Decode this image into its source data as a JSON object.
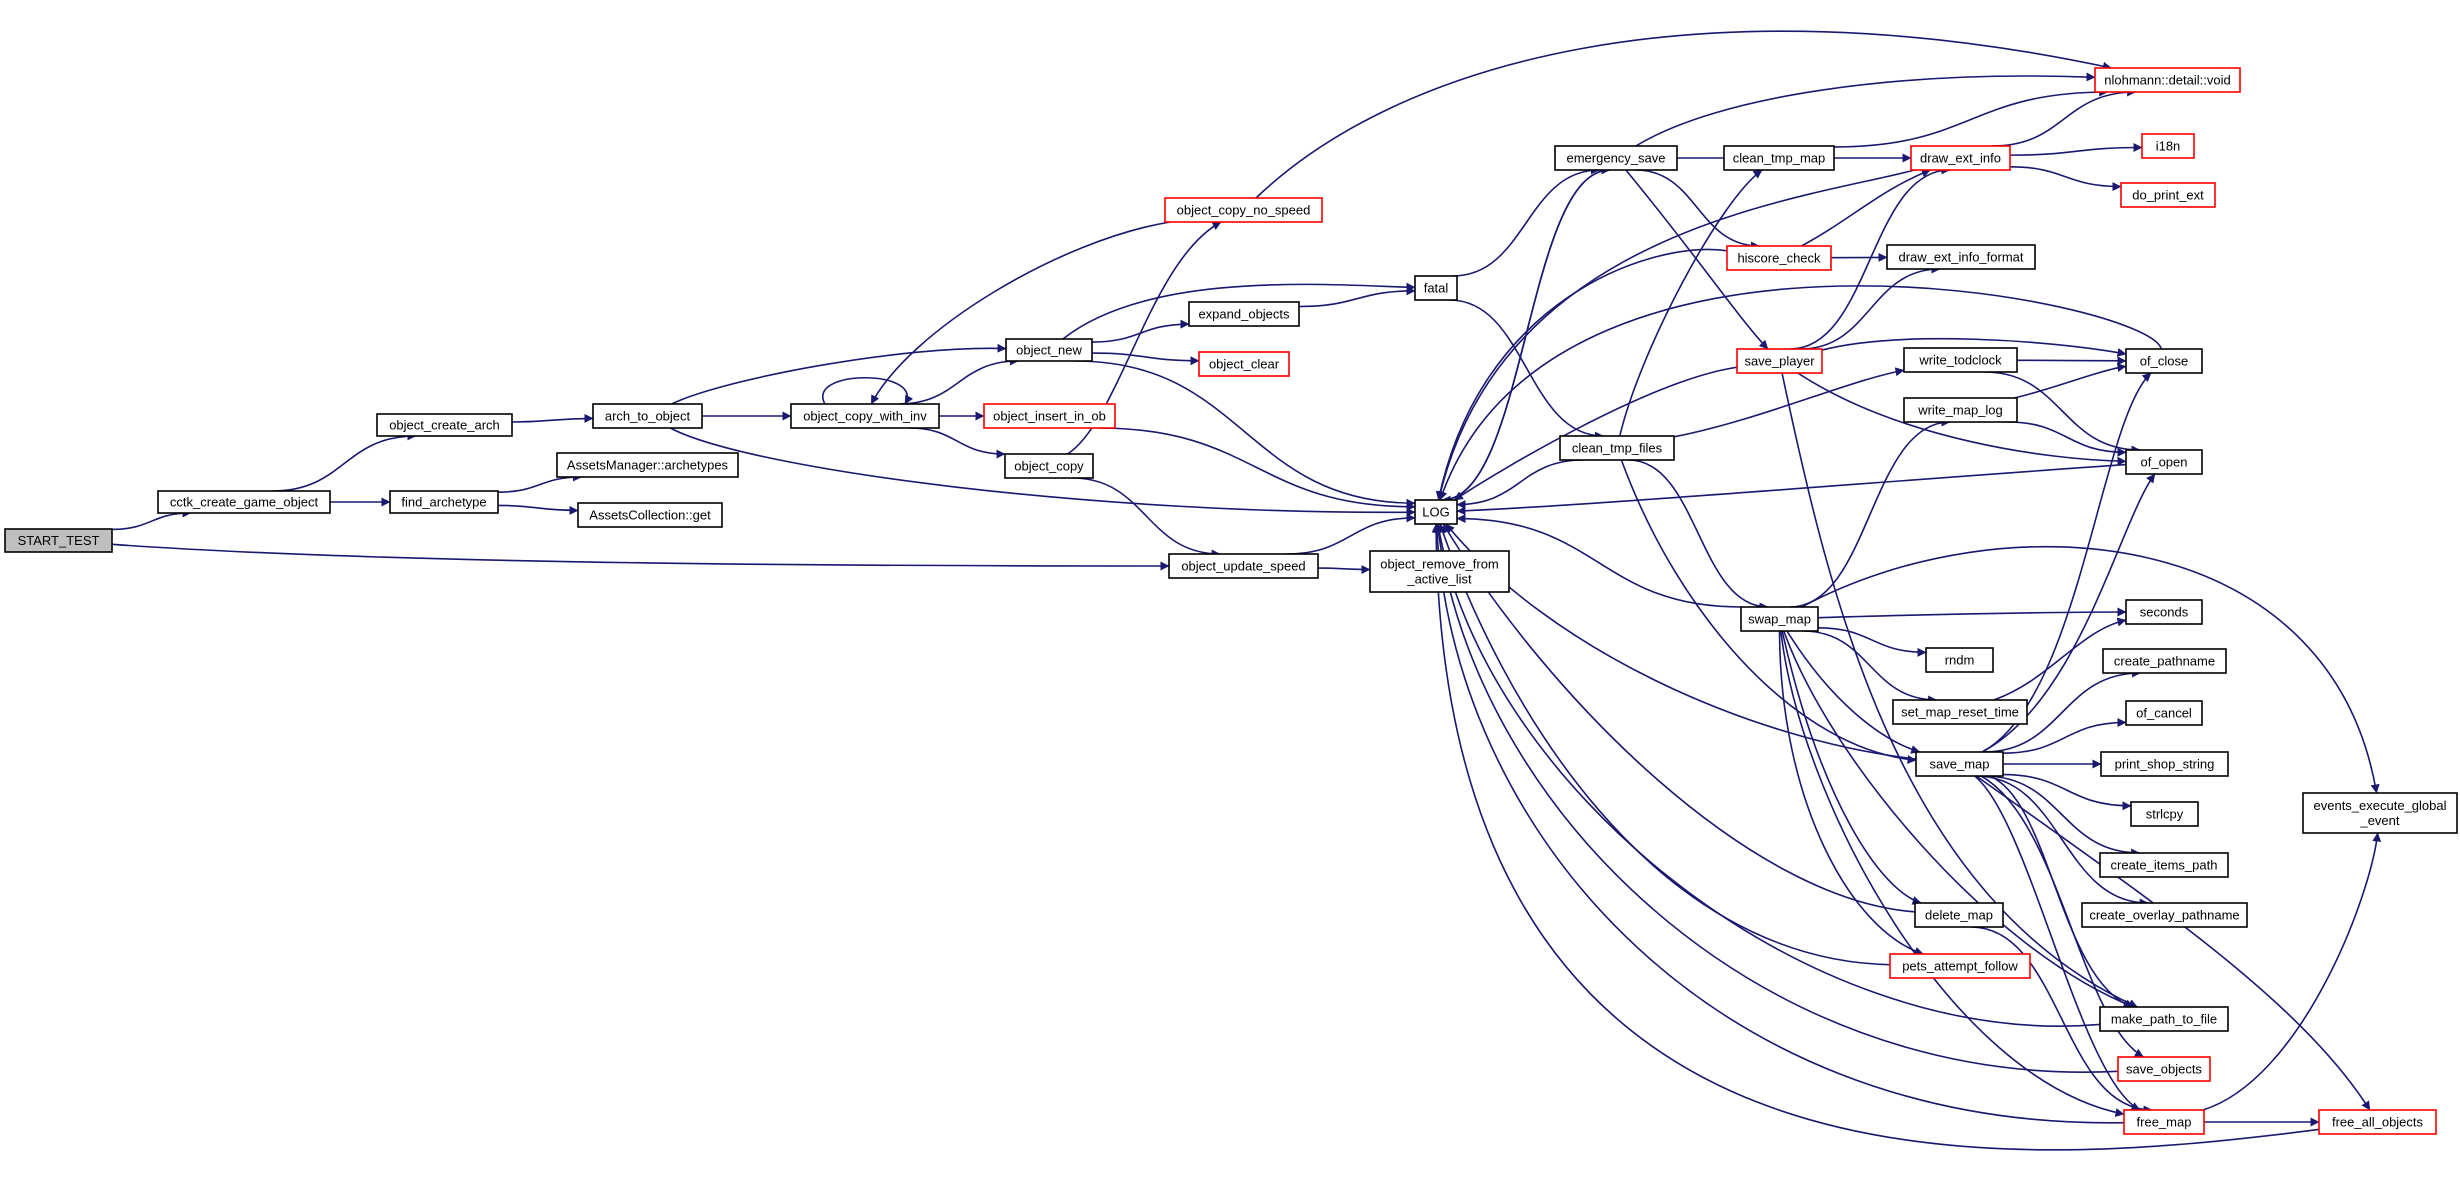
{
  "diagram": {
    "colors": {
      "edge": "#191970",
      "normal_border": "#000000",
      "truncated_border": "#ff0000",
      "root_fill": "#bfbfbf",
      "background": "#ffffff"
    },
    "nodes": [
      {
        "id": "start_test",
        "label": "START_TEST",
        "style": "root"
      },
      {
        "id": "cctk_create_game_object",
        "label": "cctk_create_game_object",
        "style": "normal"
      },
      {
        "id": "object_update_speed",
        "label": "object_update_speed",
        "style": "normal"
      },
      {
        "id": "object_create_arch",
        "label": "object_create_arch",
        "style": "normal"
      },
      {
        "id": "find_archetype",
        "label": "find_archetype",
        "style": "normal"
      },
      {
        "id": "arch_to_object",
        "label": "arch_to_object",
        "style": "normal"
      },
      {
        "id": "assetsmanager_archetypes",
        "label": "AssetsManager::archetypes",
        "style": "normal"
      },
      {
        "id": "assetscollection_get",
        "label": "AssetsCollection::get",
        "style": "normal"
      },
      {
        "id": "object_copy_with_inv",
        "label": "object_copy_with_inv",
        "style": "normal"
      },
      {
        "id": "object_new",
        "label": "object_new",
        "style": "normal"
      },
      {
        "id": "object_insert_in_ob",
        "label": "object_insert_in_ob",
        "style": "truncated"
      },
      {
        "id": "object_copy",
        "label": "object_copy",
        "style": "normal"
      },
      {
        "id": "object_copy_no_speed",
        "label": "object_copy_no_speed",
        "style": "truncated"
      },
      {
        "id": "expand_objects",
        "label": "expand_objects",
        "style": "normal"
      },
      {
        "id": "object_clear",
        "label": "object_clear",
        "style": "truncated"
      },
      {
        "id": "fatal",
        "label": "fatal",
        "style": "normal"
      },
      {
        "id": "log",
        "label": "LOG",
        "style": "normal"
      },
      {
        "id": "object_remove_from_active_list",
        "label": "object_remove_from\n_active_list",
        "style": "normal"
      },
      {
        "id": "emergency_save",
        "label": "emergency_save",
        "style": "normal"
      },
      {
        "id": "clean_tmp_map",
        "label": "clean_tmp_map",
        "style": "normal"
      },
      {
        "id": "clean_tmp_files",
        "label": "clean_tmp_files",
        "style": "normal"
      },
      {
        "id": "nlohmann_detail_void",
        "label": "nlohmann::detail::void",
        "style": "truncated"
      },
      {
        "id": "draw_ext_info",
        "label": "draw_ext_info",
        "style": "truncated"
      },
      {
        "id": "i18n",
        "label": "i18n",
        "style": "truncated"
      },
      {
        "id": "do_print_ext",
        "label": "do_print_ext",
        "style": "truncated"
      },
      {
        "id": "hiscore_check",
        "label": "hiscore_check",
        "style": "truncated"
      },
      {
        "id": "draw_ext_info_format",
        "label": "draw_ext_info_format",
        "style": "normal"
      },
      {
        "id": "save_player",
        "label": "save_player",
        "style": "truncated"
      },
      {
        "id": "write_todclock",
        "label": "write_todclock",
        "style": "normal"
      },
      {
        "id": "of_close",
        "label": "of_close",
        "style": "normal"
      },
      {
        "id": "write_map_log",
        "label": "write_map_log",
        "style": "normal"
      },
      {
        "id": "of_open",
        "label": "of_open",
        "style": "normal"
      },
      {
        "id": "swap_map",
        "label": "swap_map",
        "style": "normal"
      },
      {
        "id": "seconds",
        "label": "seconds",
        "style": "normal"
      },
      {
        "id": "mdm",
        "label": "rndm",
        "style": "normal"
      },
      {
        "id": "create_pathname",
        "label": "create_pathname",
        "style": "normal"
      },
      {
        "id": "set_map_reset_time",
        "label": "set_map_reset_time",
        "style": "normal"
      },
      {
        "id": "of_cancel",
        "label": "of_cancel",
        "style": "normal"
      },
      {
        "id": "save_map",
        "label": "save_map",
        "style": "normal"
      },
      {
        "id": "print_shop_string",
        "label": "print_shop_string",
        "style": "normal"
      },
      {
        "id": "strlcpy",
        "label": "strlcpy",
        "style": "normal"
      },
      {
        "id": "events_execute_global_event",
        "label": "events_execute_global\n_event",
        "style": "normal"
      },
      {
        "id": "create_items_path",
        "label": "create_items_path",
        "style": "normal"
      },
      {
        "id": "create_overlay_pathname",
        "label": "create_overlay_pathname",
        "style": "normal"
      },
      {
        "id": "delete_map",
        "label": "delete_map",
        "style": "normal"
      },
      {
        "id": "pets_attempt_follow",
        "label": "pets_attempt_follow",
        "style": "truncated"
      },
      {
        "id": "make_path_to_file",
        "label": "make_path_to_file",
        "style": "normal"
      },
      {
        "id": "save_objects",
        "label": "save_objects",
        "style": "truncated"
      },
      {
        "id": "free_map",
        "label": "free_map",
        "style": "truncated"
      },
      {
        "id": "free_all_objects",
        "label": "free_all_objects",
        "style": "truncated"
      }
    ],
    "edges": [
      {
        "from": "start_test",
        "to": "cctk_create_game_object"
      },
      {
        "from": "start_test",
        "to": "object_update_speed"
      },
      {
        "from": "cctk_create_game_object",
        "to": "object_create_arch"
      },
      {
        "from": "cctk_create_game_object",
        "to": "find_archetype"
      },
      {
        "from": "object_create_arch",
        "to": "arch_to_object"
      },
      {
        "from": "find_archetype",
        "to": "assetsmanager_archetypes"
      },
      {
        "from": "find_archetype",
        "to": "assetscollection_get"
      },
      {
        "from": "arch_to_object",
        "to": "object_new"
      },
      {
        "from": "arch_to_object",
        "to": "object_copy_with_inv"
      },
      {
        "from": "arch_to_object",
        "to": "log"
      },
      {
        "from": "object_copy_with_inv",
        "to": "object_copy_with_inv"
      },
      {
        "from": "object_copy_with_inv",
        "to": "object_new"
      },
      {
        "from": "object_copy_with_inv",
        "to": "object_insert_in_ob"
      },
      {
        "from": "object_copy_with_inv",
        "to": "object_copy"
      },
      {
        "from": "object_copy",
        "to": "object_copy_no_speed"
      },
      {
        "from": "object_copy",
        "to": "object_update_speed"
      },
      {
        "from": "object_copy_no_speed",
        "to": "object_copy_with_inv"
      },
      {
        "from": "object_copy_no_speed",
        "to": "nlohmann_detail_void"
      },
      {
        "from": "object_new",
        "to": "fatal"
      },
      {
        "from": "object_new",
        "to": "expand_objects"
      },
      {
        "from": "object_new",
        "to": "object_clear"
      },
      {
        "from": "object_new",
        "to": "log"
      },
      {
        "from": "object_insert_in_ob",
        "to": "log"
      },
      {
        "from": "expand_objects",
        "to": "fatal"
      },
      {
        "from": "fatal",
        "to": "emergency_save"
      },
      {
        "from": "fatal",
        "to": "clean_tmp_files"
      },
      {
        "from": "object_update_speed",
        "to": "log"
      },
      {
        "from": "object_update_speed",
        "to": "object_remove_from_active_list"
      },
      {
        "from": "log",
        "to": "emergency_save"
      },
      {
        "from": "emergency_save",
        "to": "log"
      },
      {
        "from": "emergency_save",
        "to": "nlohmann_detail_void"
      },
      {
        "from": "emergency_save",
        "to": "draw_ext_info"
      },
      {
        "from": "emergency_save",
        "to": "hiscore_check"
      },
      {
        "from": "emergency_save",
        "to": "save_player"
      },
      {
        "from": "clean_tmp_map",
        "to": "nlohmann_detail_void"
      },
      {
        "from": "draw_ext_info",
        "to": "nlohmann_detail_void"
      },
      {
        "from": "draw_ext_info",
        "to": "i18n"
      },
      {
        "from": "draw_ext_info",
        "to": "do_print_ext"
      },
      {
        "from": "draw_ext_info",
        "to": "log"
      },
      {
        "from": "hiscore_check",
        "to": "draw_ext_info"
      },
      {
        "from": "hiscore_check",
        "to": "draw_ext_info_format"
      },
      {
        "from": "hiscore_check",
        "to": "log"
      },
      {
        "from": "save_player",
        "to": "draw_ext_info"
      },
      {
        "from": "save_player",
        "to": "draw_ext_info_format"
      },
      {
        "from": "save_player",
        "to": "of_close"
      },
      {
        "from": "save_player",
        "to": "of_open"
      },
      {
        "from": "save_player",
        "to": "log"
      },
      {
        "from": "save_player",
        "to": "make_path_to_file"
      },
      {
        "from": "clean_tmp_files",
        "to": "clean_tmp_map"
      },
      {
        "from": "clean_tmp_files",
        "to": "write_todclock"
      },
      {
        "from": "clean_tmp_files",
        "to": "swap_map"
      },
      {
        "from": "clean_tmp_files",
        "to": "save_map"
      },
      {
        "from": "clean_tmp_files",
        "to": "log"
      },
      {
        "from": "write_todclock",
        "to": "of_close"
      },
      {
        "from": "write_todclock",
        "to": "of_open"
      },
      {
        "from": "write_map_log",
        "to": "of_close"
      },
      {
        "from": "write_map_log",
        "to": "of_open"
      },
      {
        "from": "of_open",
        "to": "log"
      },
      {
        "from": "of_close",
        "to": "log"
      },
      {
        "from": "swap_map",
        "to": "log"
      },
      {
        "from": "swap_map",
        "to": "write_map_log"
      },
      {
        "from": "swap_map",
        "to": "seconds"
      },
      {
        "from": "swap_map",
        "to": "mdm"
      },
      {
        "from": "swap_map",
        "to": "set_map_reset_time"
      },
      {
        "from": "swap_map",
        "to": "save_map"
      },
      {
        "from": "swap_map",
        "to": "events_execute_global_event"
      },
      {
        "from": "swap_map",
        "to": "delete_map"
      },
      {
        "from": "swap_map",
        "to": "pets_attempt_follow"
      },
      {
        "from": "swap_map",
        "to": "make_path_to_file"
      },
      {
        "from": "swap_map",
        "to": "free_map"
      },
      {
        "from": "set_map_reset_time",
        "to": "seconds"
      },
      {
        "from": "save_map",
        "to": "log"
      },
      {
        "from": "save_map",
        "to": "of_close"
      },
      {
        "from": "save_map",
        "to": "of_open"
      },
      {
        "from": "save_map",
        "to": "create_pathname"
      },
      {
        "from": "save_map",
        "to": "of_cancel"
      },
      {
        "from": "save_map",
        "to": "print_shop_string"
      },
      {
        "from": "save_map",
        "to": "strlcpy"
      },
      {
        "from": "save_map",
        "to": "create_items_path"
      },
      {
        "from": "save_map",
        "to": "create_overlay_pathname"
      },
      {
        "from": "save_map",
        "to": "make_path_to_file"
      },
      {
        "from": "save_map",
        "to": "save_objects"
      },
      {
        "from": "save_map",
        "to": "free_map"
      },
      {
        "from": "save_map",
        "to": "free_all_objects"
      },
      {
        "from": "delete_map",
        "to": "log"
      },
      {
        "from": "delete_map",
        "to": "free_map"
      },
      {
        "from": "pets_attempt_follow",
        "to": "log"
      },
      {
        "from": "make_path_to_file",
        "to": "log"
      },
      {
        "from": "save_objects",
        "to": "log"
      },
      {
        "from": "free_map",
        "to": "log"
      },
      {
        "from": "free_map",
        "to": "free_all_objects"
      },
      {
        "from": "free_map",
        "to": "events_execute_global_event"
      },
      {
        "from": "free_all_objects",
        "to": "log"
      }
    ]
  }
}
